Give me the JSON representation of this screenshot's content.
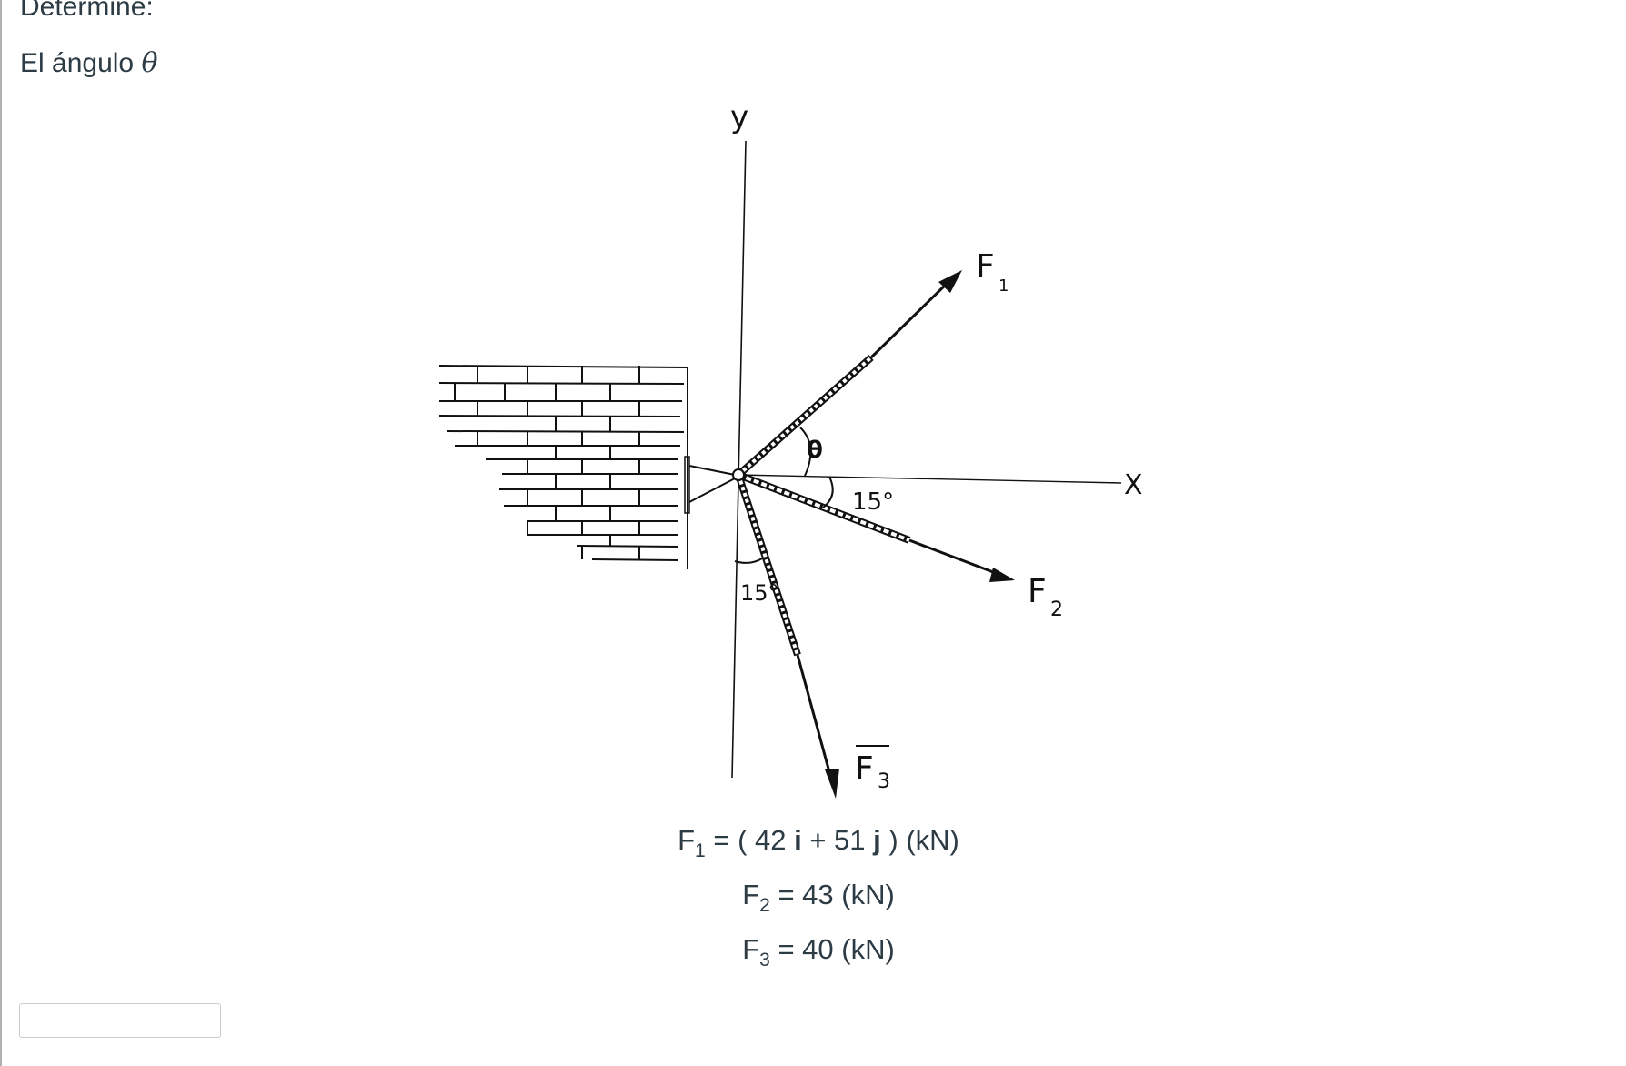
{
  "question": {
    "heading": "Determine:",
    "prompt": "El ángulo",
    "prompt_symbol": "θ"
  },
  "figure": {
    "axis_y_label": "y",
    "axis_x_label": "X",
    "force_labels": [
      "F",
      "F",
      "F"
    ],
    "force_subscripts": [
      "1",
      "2",
      "3"
    ],
    "angle_theta_label": "θ",
    "angle_f2_label": "15°",
    "angle_f3_label": "15°"
  },
  "equations": [
    {
      "symbol": "F",
      "sub": "1",
      "pre": " = ( 42 ",
      "i": "i",
      "mid": " + 51 ",
      "j": "j",
      "post": " ) (kN)"
    },
    {
      "symbol": "F",
      "sub": "2",
      "text": " = 43 (kN)"
    },
    {
      "symbol": "F",
      "sub": "3",
      "text": " = 40 (kN)"
    }
  ],
  "answer": {
    "value": "",
    "placeholder": ""
  }
}
